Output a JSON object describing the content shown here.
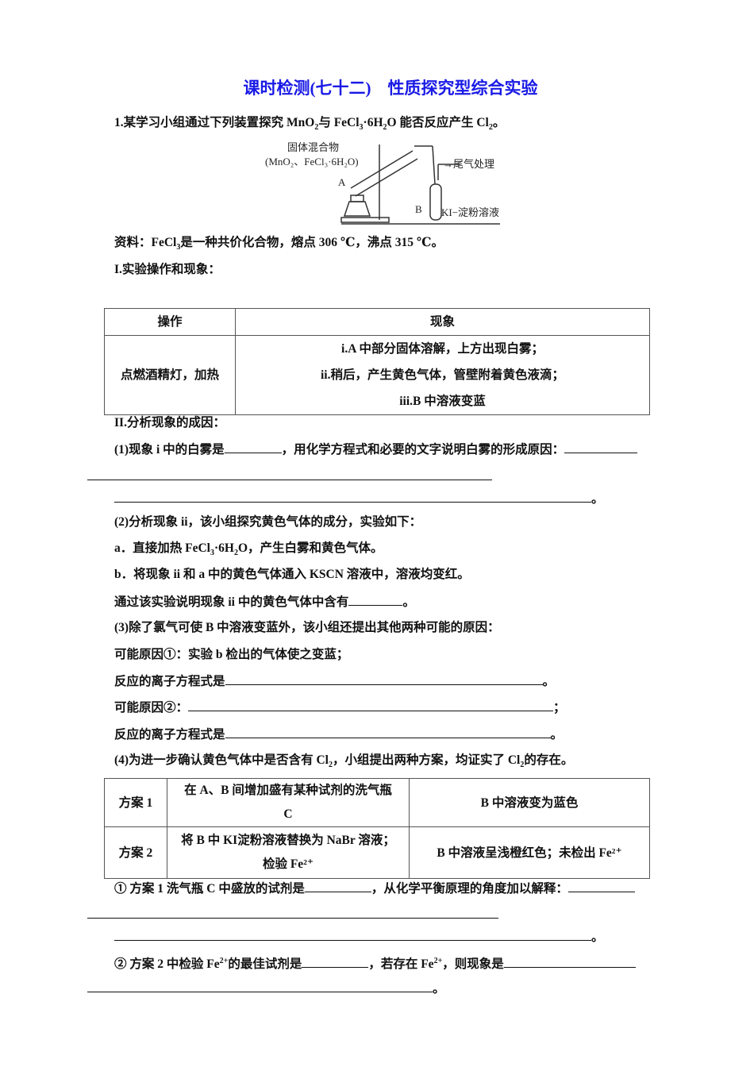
{
  "title": "课时检测(七十二)　性质探究型综合实验",
  "q1": {
    "pre": "1.某学习小组通过下列装置探究 MnO",
    "s1": "2",
    "mid": "与 FeCl",
    "s2": "3",
    "mid2": "·6H",
    "s3": "2",
    "end": "O 能否反应产生 Cl",
    "s4": "2",
    "tail": "。"
  },
  "diagram": {
    "label_mix": "固体混合物",
    "label_mix2": "(MnO₂、FeCl₃·6H₂O)",
    "label_a": "A",
    "label_b": "B",
    "label_tail": "→尾气处理",
    "label_ki": "KI−淀粉溶液"
  },
  "info": {
    "pre": "资料：FeCl",
    "sub": "3",
    "post": "是一种共价化合物，熔点 306 ℃，沸点 315 ℃。"
  },
  "part1": "I.实验操作和现象：",
  "table1": {
    "headers": [
      "操作",
      "现象"
    ],
    "op": "点燃酒精灯，加热",
    "phen": [
      "i.A 中部分固体溶解，上方出现白雾；",
      "ii.稍后，产生黄色气体，管壁附着黄色液滴；",
      "iii.B 中溶液变蓝"
    ]
  },
  "part2": "II.分析现象的成因：",
  "p1": {
    "a": "(1)现象 i 中的白雾是",
    "b": "，用化学方程式和必要的文字说明白雾的形成原因：",
    "end": "。"
  },
  "p2": {
    "head": "(2)分析现象 ii，该小组探究黄色气体的成分，实验如下：",
    "a_pre": "a．直接加热 FeCl",
    "a_s1": "3",
    "a_mid": "·6H",
    "a_s2": "2",
    "a_post": "O，产生白雾和黄色气体。",
    "b": "b．将现象 ii 和 a 中的黄色气体通入 KSCN 溶液中，溶液均变红。",
    "c": "通过该实验说明现象 ii 中的黄色气体中含有",
    "end": "。"
  },
  "p3": {
    "head": "(3)除了氯气可使 B 中溶液变蓝外，该小组还提出其他两种可能的原因：",
    "r1": "可能原因①：实验 b 检出的气体使之变蓝；",
    "eq": "反应的离子方程式是",
    "r2": "可能原因②：",
    "semi": "；",
    "end": "。"
  },
  "p4": {
    "pre": "(4)为进一步确认黄色气体中是否含有 Cl",
    "s1": "2",
    "mid": "，小组提出两种方案，均证实了 Cl",
    "s2": "2",
    "post": "的存在。"
  },
  "table2": {
    "rows": [
      {
        "name": "方案 1",
        "action": [
          "在 A、B 间增加盛有某种试剂的洗气瓶",
          "C"
        ],
        "result": "B 中溶液变为蓝色"
      },
      {
        "name": "方案 2",
        "action": [
          "将 B 中 KI淀粉溶液替换为 NaBr 溶液；",
          "检验 Fe²⁺"
        ],
        "result": "B 中溶液呈浅橙红色；未检出 Fe²⁺"
      }
    ]
  },
  "q4a": {
    "a": "① 方案 1 洗气瓶 C 中盛放的试剂是",
    "b": "，从化学平衡原理的角度加以解释：",
    "end": "。"
  },
  "q4b": {
    "a": "② 方案 2 中检验 Fe",
    "s1": "2+",
    "b": "的最佳试剂是",
    "c": "，若存在 Fe",
    "s2": "2+",
    "d": "，则现象是",
    "end": "。"
  }
}
